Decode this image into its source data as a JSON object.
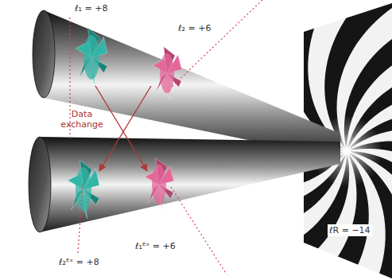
{
  "diagram": {
    "labels": [
      "ℓ₁ = +8",
      "ℓ₂ = +6",
      "Data exchange",
      "ℓ₂ᴱˣ = +8",
      "ℓ₁ᴱˣ = +6",
      "ℓR = −14"
    ]
  }
}
